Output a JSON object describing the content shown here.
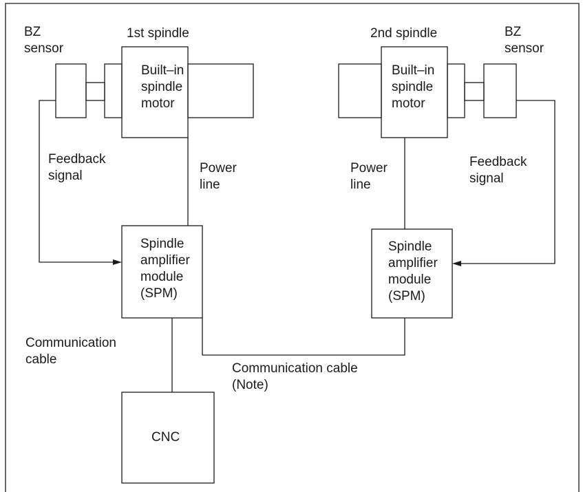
{
  "spindle1": {
    "title": "1st spindle",
    "sensor_label": [
      "BZ",
      "sensor"
    ],
    "motor_label": [
      "Built–in",
      "spindle",
      "motor"
    ],
    "feedback_label": [
      "Feedback",
      "signal"
    ],
    "power_label": [
      "Power",
      "line"
    ],
    "amplifier_label": [
      "Spindle",
      "amplifier",
      "module",
      "(SPM)"
    ]
  },
  "spindle2": {
    "title": "2nd spindle",
    "sensor_label": [
      "BZ",
      "sensor"
    ],
    "motor_label": [
      "Built–in",
      "spindle",
      "motor"
    ],
    "feedback_label": [
      "Feedback",
      "signal"
    ],
    "power_label": [
      "Power",
      "line"
    ],
    "amplifier_label": [
      "Spindle",
      "amplifier",
      "module",
      "(SPM)"
    ]
  },
  "cnc": {
    "label": "CNC"
  },
  "communication": {
    "cable_left": [
      "Communication",
      "cable"
    ],
    "cable_between": [
      "Communication cable",
      "(Note)"
    ]
  }
}
